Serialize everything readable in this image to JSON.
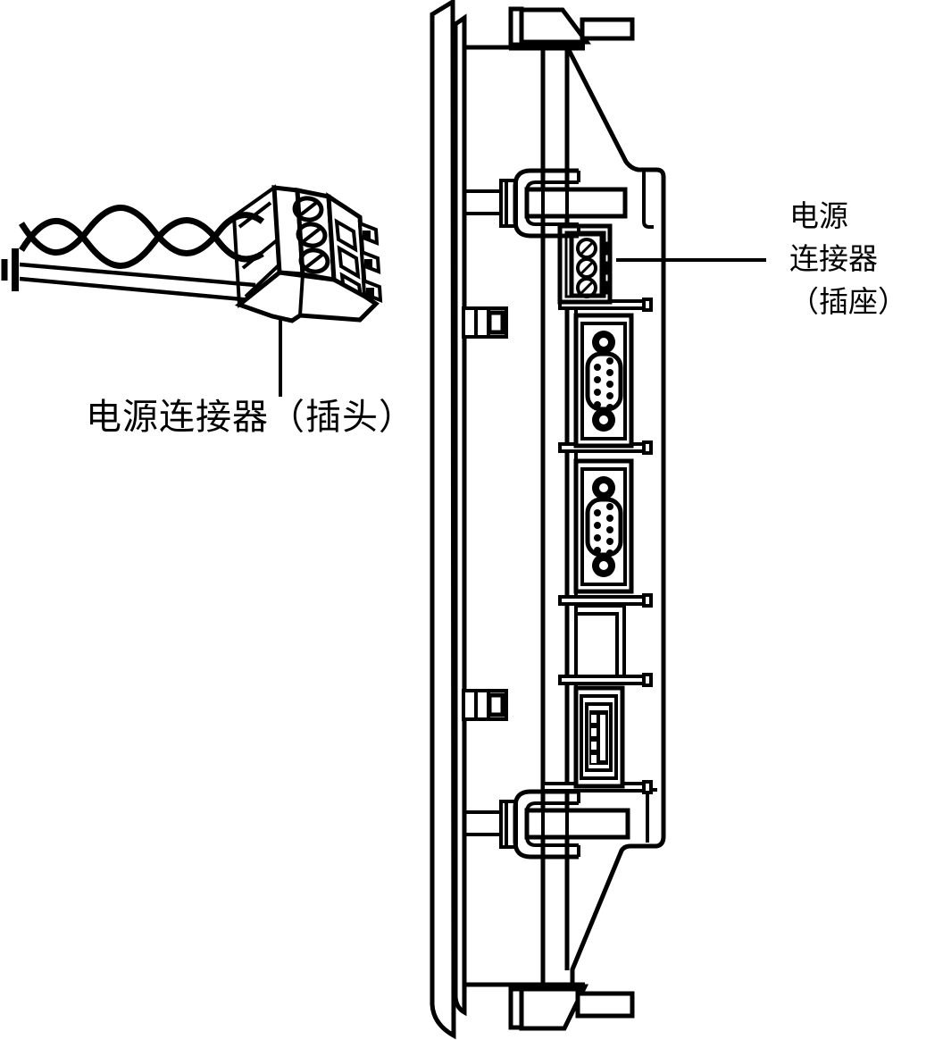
{
  "figure": {
    "plug_label": "电源连接器（插头）",
    "socket_label": {
      "line1": "电源",
      "line2": "连接器",
      "line3": "（插座）"
    }
  },
  "colors": {
    "line": "#000000",
    "background": "#ffffff"
  }
}
